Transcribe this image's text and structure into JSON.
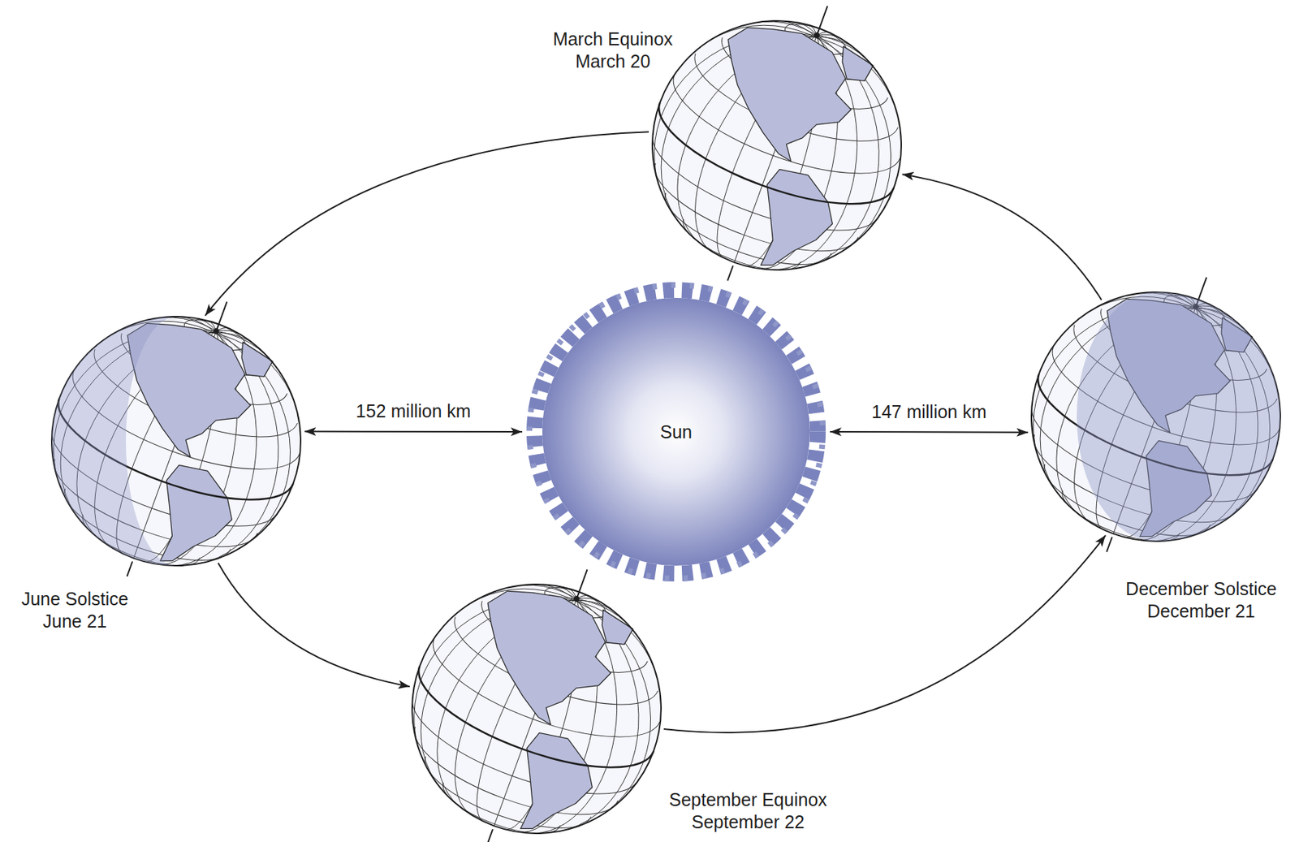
{
  "diagram": {
    "nodes": [
      {
        "text": [
          "March Equinox March 20"
        ]
      },
      {
        "text": [
          "June Solstice June 21"
        ]
      },
      {
        "text": [
          "Sun"
        ]
      },
      {
        "text": [
          "December Solstice December 21"
        ]
      },
      {
        "text": [
          "September Equinox September 22"
        ]
      }
    ],
    "edges": [
      {
        "from": 0,
        "to": 1,
        "arrow": "to"
      },
      {
        "from": 1,
        "to": 4,
        "arrow": "to"
      },
      {
        "from": 4,
        "to": 3,
        "arrow": "to"
      },
      {
        "from": 3,
        "to": 0,
        "arrow": "to"
      },
      {
        "from": 1,
        "to": 2,
        "arrow": "both",
        "label": "152 million km"
      },
      {
        "from": 2,
        "to": 3,
        "arrow": "both",
        "label": "147 million km"
      }
    ]
  }
}
